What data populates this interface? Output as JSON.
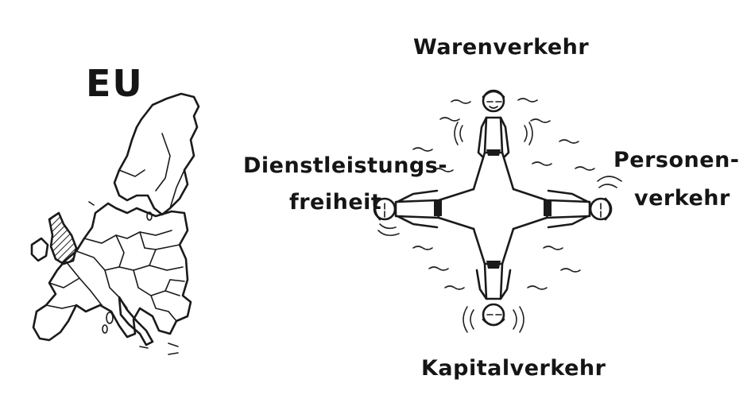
{
  "map_title": "EU",
  "labels": {
    "top": "Warenverkehr",
    "right_line1": "Personen-",
    "right_line2": "verkehr",
    "bottom": "Kapitalverkehr",
    "left_line1": "Dienstleistungs-",
    "left_line2": "freiheit"
  },
  "colors": {
    "ink": "#1a1a1a",
    "background": "#ffffff"
  }
}
